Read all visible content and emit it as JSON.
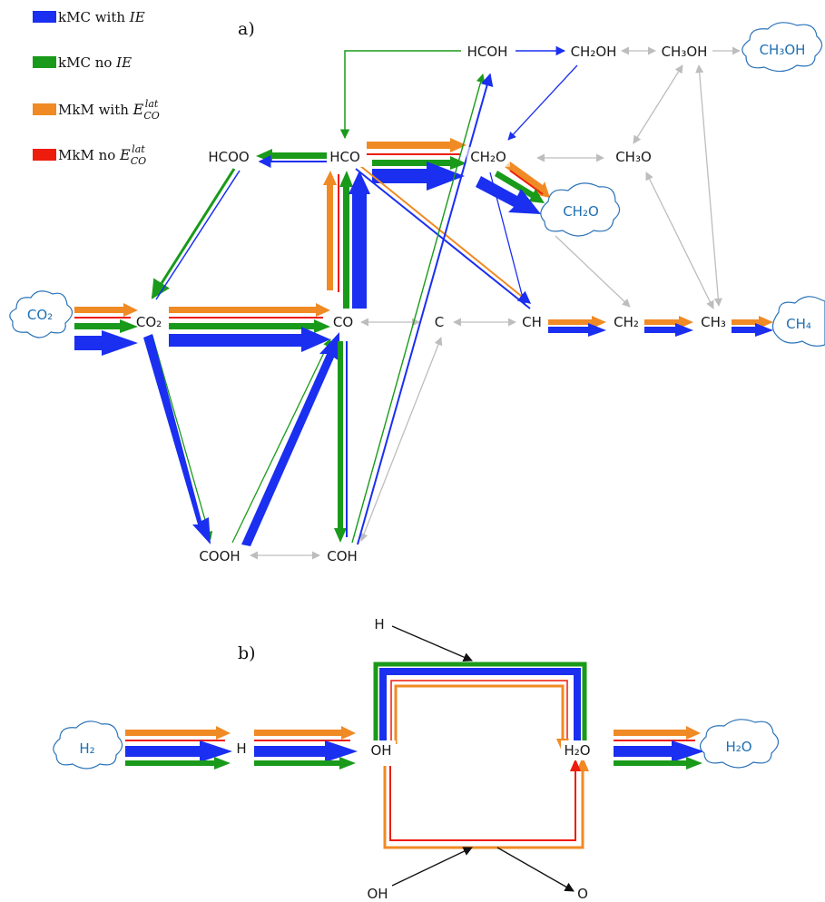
{
  "legend": [
    {
      "key": "kmc_ie",
      "text_main": "kMC with ",
      "text_italic": "IE",
      "color": "#1a2ff0"
    },
    {
      "key": "kmc_noie",
      "text_main": "kMC no ",
      "text_italic": "IE",
      "color": "#1a9a1a"
    },
    {
      "key": "mkm_lat",
      "text_main": "MkM with ",
      "text_italic": "E",
      "sub": "CO",
      "sup": "lat",
      "color": "#f08a24"
    },
    {
      "key": "mkm_nolat",
      "text_main": "MkM no ",
      "text_italic": "E",
      "sub": "CO",
      "sup": "lat",
      "color": "#ee1c0c"
    }
  ],
  "panel_a": {
    "label": "a)",
    "nodes": {
      "hcooh": "HCOH",
      "ch2oh": "CH₂OH",
      "ch3oh": "CH₃OH",
      "hcoo": "HCOO",
      "hco": "HCO",
      "ch2o": "CH₂O",
      "ch3o": "CH₃O",
      "co2": "CO₂",
      "co": "CO",
      "c": "C",
      "ch": "CH",
      "ch2": "CH₂",
      "ch3": "CH₃",
      "cooh": "COOH",
      "coh": "COH"
    },
    "clouds": {
      "co2": "CO₂",
      "ch3oh": "CH₃OH",
      "ch2o": "CH₂O",
      "ch4": "CH₄"
    }
  },
  "panel_b": {
    "label": "b)",
    "nodes": {
      "h": "H",
      "oh": "OH",
      "h2o": "H₂O",
      "h_top": "H",
      "oh_bottom": "OH",
      "o": "O"
    },
    "clouds": {
      "h2": "H₂",
      "h2o": "H₂O"
    }
  }
}
